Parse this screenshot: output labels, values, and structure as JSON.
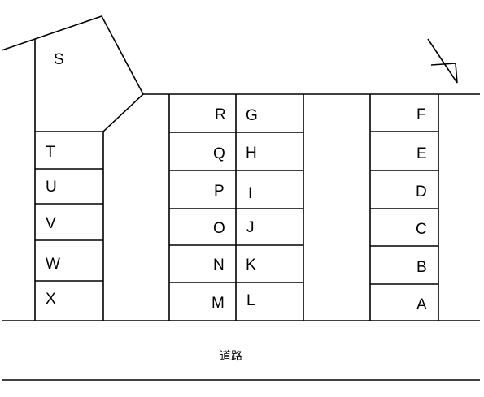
{
  "spaces": {
    "S": "S",
    "left_column": [
      "T",
      "U",
      "V",
      "W",
      "X"
    ],
    "middle_left_column": [
      "R",
      "Q",
      "P",
      "O",
      "N",
      "M"
    ],
    "middle_right_column": [
      "G",
      "H",
      "I",
      "J",
      "K",
      "L"
    ],
    "right_column": [
      "F",
      "E",
      "D",
      "C",
      "B",
      "A"
    ]
  },
  "road_label": "道路",
  "north_arrow_icon": "north-arrow-icon"
}
